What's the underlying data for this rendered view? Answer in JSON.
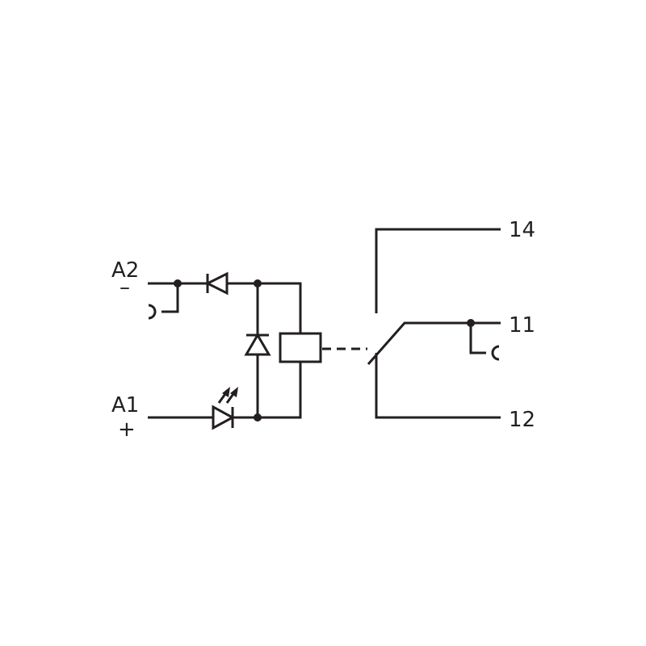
{
  "colors": {
    "line": "#231f20",
    "background": "#ffffff"
  },
  "terminals": {
    "a2": {
      "name": "A2",
      "polarity": "–"
    },
    "a1": {
      "name": "A1",
      "polarity": "+"
    },
    "t14": "14",
    "t11": "11",
    "t12": "12"
  }
}
